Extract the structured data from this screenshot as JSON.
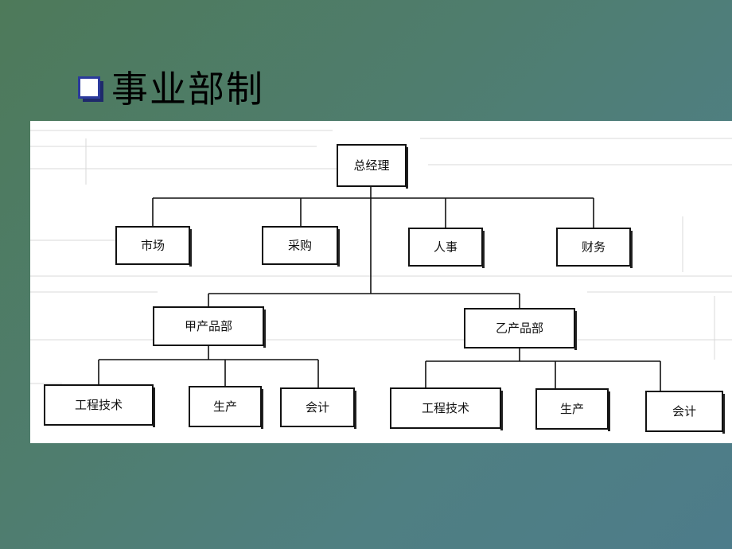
{
  "slide": {
    "title": "事业部制",
    "bullet_icon": "square-bullet-icon",
    "colors": {
      "background_start": "#4e7a5a",
      "background_end": "#4d7c8a",
      "bullet_outline": "#2b3a9c",
      "bullet_shadow": "#1f2a6b"
    }
  },
  "org_chart": {
    "root": "总经理",
    "staff_departments": [
      "市场",
      "采购",
      "人事",
      "财务"
    ],
    "divisions": [
      {
        "name": "甲产品部",
        "units": [
          "工程技术",
          "生产",
          "会计"
        ]
      },
      {
        "name": "乙产品部",
        "units": [
          "工程技术",
          "生产",
          "会计"
        ]
      }
    ]
  }
}
